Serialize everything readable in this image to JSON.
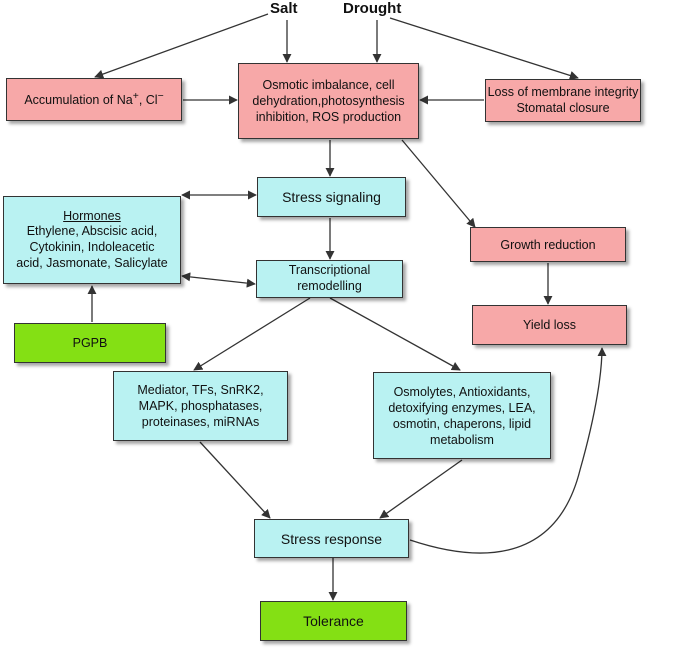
{
  "inputs": {
    "salt": "Salt",
    "drought": "Drought"
  },
  "nodes": {
    "osmotic": {
      "lines": [
        "Osmotic imbalance, cell",
        "dehydration,photosynthesis",
        "inhibition, ROS production"
      ]
    },
    "accumulation": {
      "prefix": "Accumulation of Na",
      "sup1": "+",
      "mid": ", Cl",
      "sup2": "−"
    },
    "membrane": {
      "lines": [
        "Loss of membrane integrity",
        "Stomatal closure"
      ]
    },
    "stress_signaling": {
      "label": "Stress signaling"
    },
    "hormones": {
      "title": "Hormones",
      "lines": [
        "Ethylene, Abscisic acid,",
        "Cytokinin, Indoleacetic",
        "acid, Jasmonate, Salicylate"
      ]
    },
    "transcriptional": {
      "lines": [
        "Transcriptional",
        "remodelling"
      ]
    },
    "growth": {
      "label": "Growth reduction"
    },
    "pgpb": {
      "label": "PGPB"
    },
    "yield": {
      "label": "Yield loss"
    },
    "mediator": {
      "lines": [
        "Mediator, TFs, SnRK2,",
        "MAPK, phosphatases,",
        "proteinases, miRNAs"
      ]
    },
    "osmolytes": {
      "lines": [
        "Osmolytes, Antioxidants,",
        "detoxifying enzymes, LEA,",
        "osmotin, chaperons, lipid",
        "metabolism"
      ]
    },
    "stress_response": {
      "label": "Stress response"
    },
    "tolerance": {
      "label": "Tolerance"
    }
  },
  "colors": {
    "pink": "#f7a8a8",
    "cyan": "#b9f2f2",
    "green": "#84e014",
    "arrow": "#333333"
  }
}
